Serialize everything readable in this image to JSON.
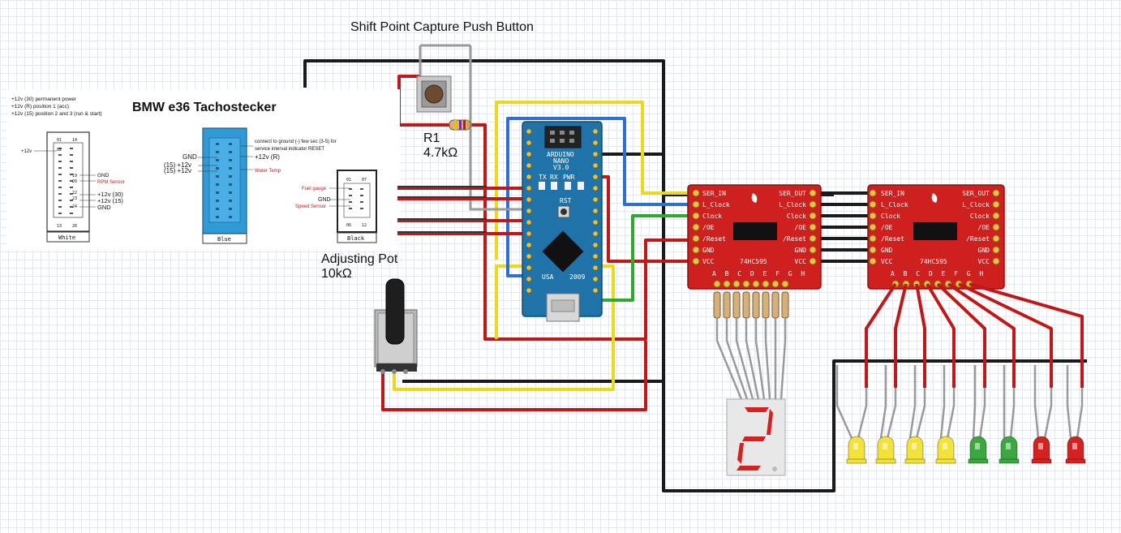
{
  "labels": {
    "push_button": "Shift Point Capture Push Button",
    "resistor_name": "R1",
    "resistor_value": "4.7kΩ",
    "pot_title": "Adjusting Pot",
    "pot_value": "10kΩ"
  },
  "tacho": {
    "title": "BMW e36 Tachostecker",
    "notes": [
      "+12v (30) permanent power",
      "+12v (R) position 1 (acc)",
      "+12v (15) position 2 and 3 (run & start)"
    ],
    "white": {
      "name": "White",
      "pin_top_left": "01",
      "pin_top_right": "14",
      "pin_bot_left": "13",
      "pin_bot_right": "26",
      "pin_02": "02",
      "pin_19": "19",
      "pin_20": "20",
      "pin_22": "22",
      "pin_23": "23",
      "pin_24": "24",
      "left_12v": "+12v",
      "gnd1": "GND",
      "rpm": "RPM Sensor",
      "v30": "+12v (30)",
      "v15": "+12v (15)",
      "gnd2": "GND"
    },
    "blue": {
      "name": "Blue",
      "gnd": "GND",
      "v15a": "(15) +12v",
      "v15b": "(15) +12v",
      "vr": "+12v (R)",
      "water": "Water Temp",
      "note1": "connect to ground (-) few sec (3-5) for",
      "note2": "service interval indicator RESET"
    },
    "black": {
      "name": "Black",
      "pin_01": "01",
      "pin_07": "07",
      "pin_06": "06",
      "pin_12": "12",
      "fuel": "Fuel gauge",
      "gnd": "GND",
      "speed": "Speed Sensor"
    }
  },
  "arduino": {
    "line1": "ARDUINO",
    "line2": "NANO",
    "line3": "V3.0",
    "rst": "RST",
    "usa": "USA",
    "year": "2009",
    "tx": "TX",
    "rx": "RX",
    "pwr": "PWR"
  },
  "shift_register": {
    "chip": "74HC595",
    "left_pins": [
      "SER_IN",
      "L_Clock",
      "Clock",
      "/OE",
      "/Reset",
      "GND",
      "VCC"
    ],
    "right_pins": [
      "SER_OUT",
      "L_Clock",
      "Clock",
      "/OE",
      "/Reset",
      "GND",
      "VCC"
    ],
    "bottom_pins": "A B C D E F G H"
  },
  "display": {
    "digit": "2"
  },
  "leds": {
    "colors": [
      "yellow",
      "yellow",
      "yellow",
      "yellow",
      "green",
      "green",
      "red",
      "red"
    ],
    "palette": {
      "yellow": "#f2e23a",
      "green": "#3aa83e",
      "red": "#d42121"
    }
  },
  "colors": {
    "wire_red": "#c01818",
    "wire_black": "#1a1a1a",
    "wire_yellow": "#ecd81c",
    "wire_blue": "#2d6fd2",
    "wire_green": "#2faa2f",
    "wire_grey": "#9a9a9a",
    "board_red": "#cf2020",
    "nano_blue": "#1f73a8",
    "connector_blue": "#2f9ad6"
  }
}
